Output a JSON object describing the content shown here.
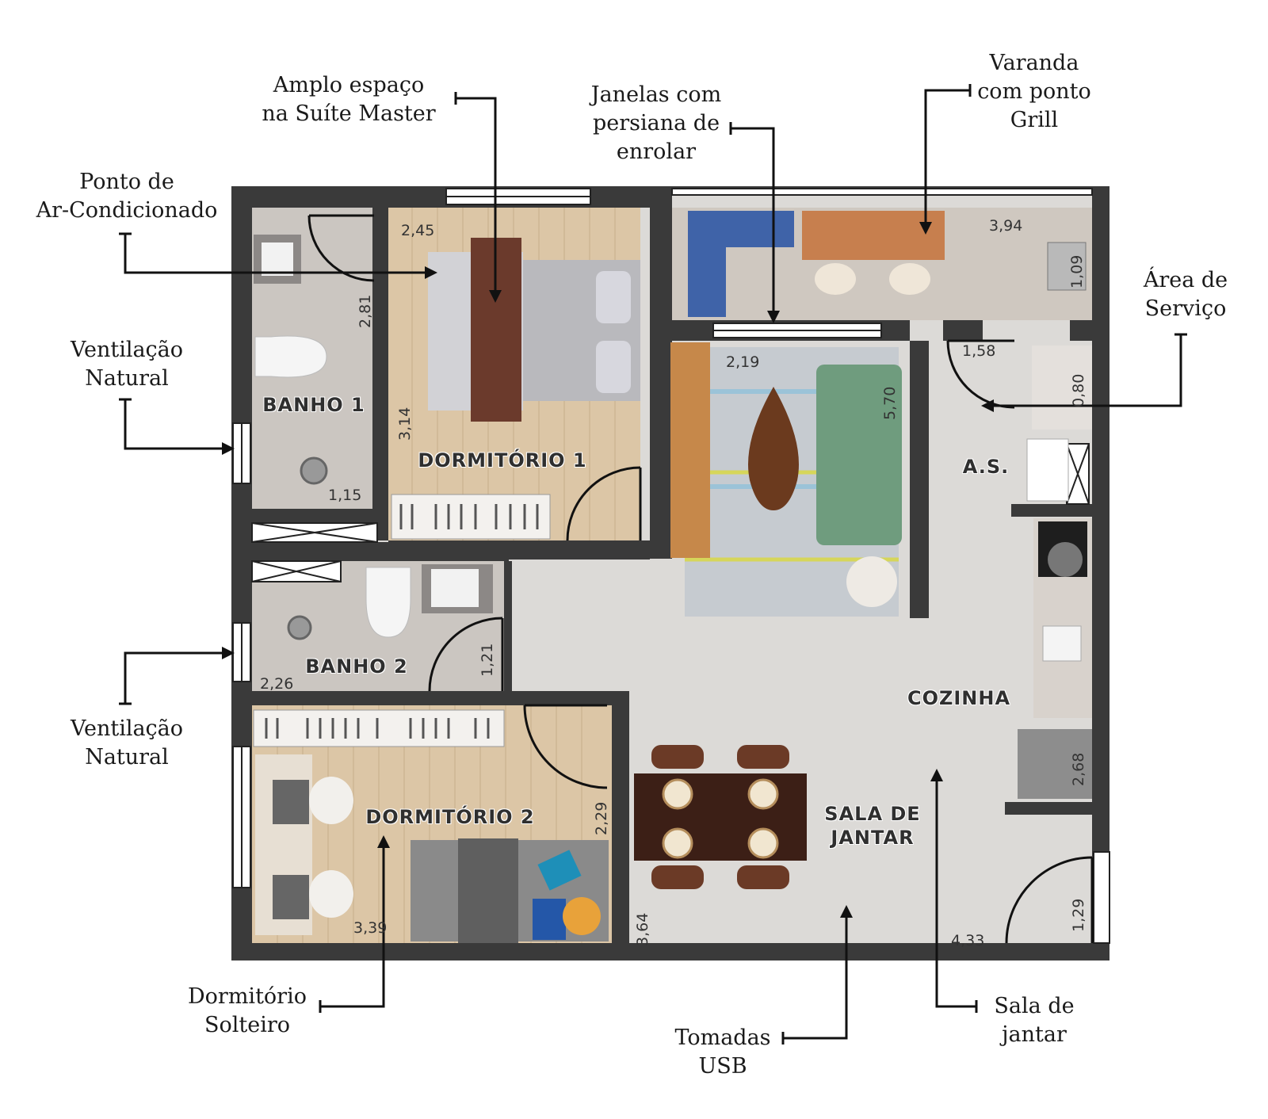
{
  "callouts": {
    "ar": "Ponto de\nAr-Condicionado",
    "suite": "Amplo espaço\nna Suíte Master",
    "janelas": "Janelas com\npersiana de\nenrolar",
    "varanda": "Varanda\ncom ponto\nGrill",
    "servico": "Área de\nServiço",
    "vent1": "Ventilação\nNatural",
    "vent2": "Ventilação\nNatural",
    "solteiro": "Dormitório\nSolteiro",
    "tomadas": "Tomadas\nUSB",
    "jantar": "Sala de\njantar"
  },
  "rooms": {
    "banho1": "BANHO 1",
    "banho2": "BANHO 2",
    "dorm1": "DORMITÓRIO 1",
    "dorm2": "DORMITÓRIO 2",
    "as": "A.S.",
    "cozinha": "COZINHA",
    "sala_jantar": "SALA DE\nJANTAR"
  },
  "dimensions": {
    "d245": "2,45",
    "d281": "2,81",
    "d314": "3,14",
    "d115": "1,15",
    "d394": "3,94",
    "d109": "1,09",
    "d219": "2,19",
    "d570": "5,70",
    "d158": "1,58",
    "d080": "0,80",
    "d121": "1,21",
    "d226": "2,26",
    "d229": "2,29",
    "d339": "3,39",
    "d364": "3,64",
    "d268": "2,68",
    "d129": "1,29",
    "d433": "4,33"
  },
  "colors": {
    "wall": "#3a3a3a",
    "wood_floor": "#d9c3a4",
    "tile_floor": "#d8d6d3",
    "bath_floor": "#c9c4bf",
    "sofa": "#6f9c7e",
    "bed_blanket": "#6b3a2c",
    "dining_table": "#3c1f16",
    "balcony_sofa": "#3f63a8"
  }
}
